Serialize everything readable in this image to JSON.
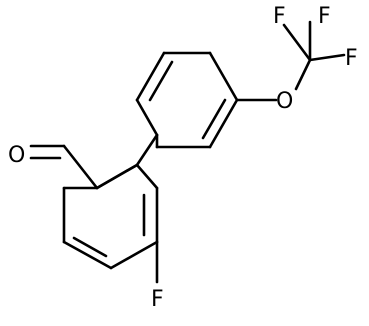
{
  "molecule": {
    "atoms": {
      "aldehyde_oxygen": "O",
      "ether_oxygen": "O",
      "ring_fluorine": "F",
      "cf3_fluorine_left": "F",
      "cf3_fluorine_right": "F",
      "cf3_fluorine_bottom": "F"
    },
    "colors": {
      "bond": "#000000",
      "label": "#000000",
      "background": "#ffffff"
    }
  }
}
